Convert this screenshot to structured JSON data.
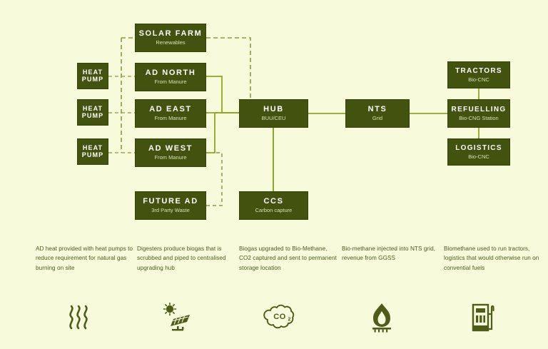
{
  "page": {
    "title": "Biomethane / Bio-CNG Process Flow Diagram",
    "background_color": "#f7fbdc",
    "node_color": "#42520f",
    "solid_line_color": "#7f9a1e",
    "dashed_line_color": "#8c9c3c",
    "caption_color": "#4a5a1b"
  },
  "nodes": {
    "solar_farm": {
      "title": "SOLAR FARM",
      "subtitle": "Renewables"
    },
    "heat_pump_1": {
      "title": "HEAT PUMP",
      "subtitle": ""
    },
    "heat_pump_2": {
      "title": "HEAT PUMP",
      "subtitle": ""
    },
    "heat_pump_3": {
      "title": "HEAT PUMP",
      "subtitle": ""
    },
    "ad_north": {
      "title": "AD NORTH",
      "subtitle": "From Manure"
    },
    "ad_east": {
      "title": "AD EAST",
      "subtitle": "From Manure"
    },
    "ad_west": {
      "title": "AD WEST",
      "subtitle": "From Manure"
    },
    "future_ad": {
      "title": "FUTURE AD",
      "subtitle": "3rd Party Waste"
    },
    "hub": {
      "title": "HUB",
      "subtitle": "BUU/CEU"
    },
    "ccs": {
      "title": "CCS",
      "subtitle": "Carbon capture"
    },
    "nts": {
      "title": "NTS",
      "subtitle": "Grid"
    },
    "tractors": {
      "title": "TRACTORS",
      "subtitle": "Bio-CNC"
    },
    "refuelling": {
      "title": "REFUELLING",
      "subtitle": "Bio-CNG Station"
    },
    "logistics": {
      "title": "LOGISTICS",
      "subtitle": "Bio-CNC"
    }
  },
  "captions": [
    {
      "icon": "heat-waves-icon",
      "text": "AD heat provided with heat pumps to reduce requirement for natural gas burning on site"
    },
    {
      "icon": "solar-panel-icon",
      "text": "Digesters produce biogas that is scrubbed and piped to centralised upgrading hub"
    },
    {
      "icon": "co2-cloud-icon",
      "text": "Biogas upgraded to Bio-Methane, CO2 captured and sent to permanent storage location"
    },
    {
      "icon": "gas-flame-icon",
      "text": "Bio-methane injected into NTS grid, revenue from GGSS"
    },
    {
      "icon": "fuel-pump-icon",
      "text": "Biomethane used to run tractors, logistics that would otherwise run on convential fuels"
    }
  ]
}
